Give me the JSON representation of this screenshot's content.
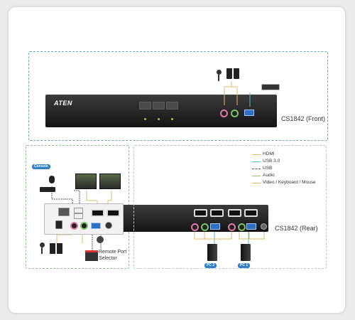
{
  "devices": {
    "front_label": "CS1842 (Front)",
    "rear_label": "CS1842 (Rear)",
    "brand": "ATEN"
  },
  "legend": [
    {
      "label": "HDMI",
      "color": "#e4b964",
      "style": "solid"
    },
    {
      "label": "USB 3.0",
      "color": "#4fbfbd",
      "style": "solid"
    },
    {
      "label": "USB",
      "color": "#555555",
      "style": "dashed"
    },
    {
      "label": "Audio",
      "color": "#8fc36b",
      "style": "solid"
    },
    {
      "label": "Video / Keyboard / Mouse",
      "color": "#e4b964",
      "style": "solid"
    }
  ],
  "console": {
    "badge": "Console",
    "remote_port_label": "Remote Port Selector"
  },
  "pcs": [
    "PC 2",
    "PC 1"
  ],
  "colors": {
    "front_frame": "#6aa8c2",
    "console_frame": "#8cc48a",
    "rear_frame": "#b9c9c2",
    "audio_pink": "#e07aa6",
    "audio_green": "#7cc36b",
    "usb3_blue": "#2e6fc1"
  }
}
